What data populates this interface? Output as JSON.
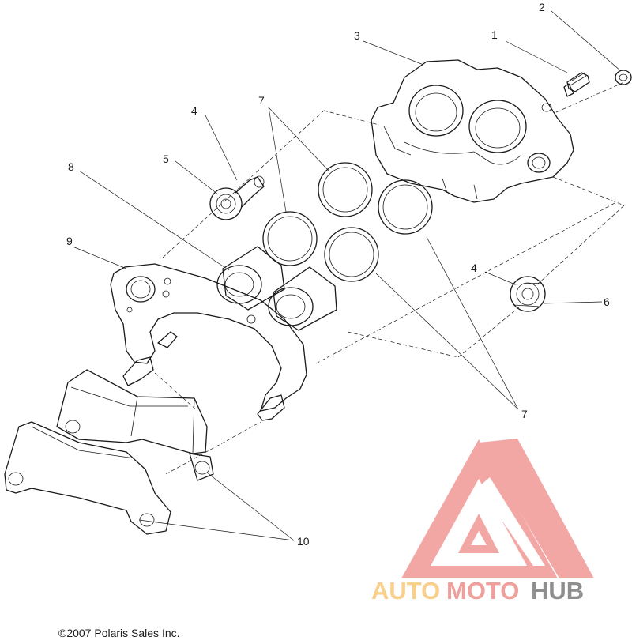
{
  "labels": {
    "l1": "1",
    "l2": "2",
    "l3": "3",
    "l4a": "4",
    "l4b": "4",
    "l5": "5",
    "l6": "6",
    "l7a": "7",
    "l7b": "7",
    "l8": "8",
    "l9": "9",
    "l10": "10"
  },
  "copyright": "©2007 Polaris Sales Inc.",
  "watermark": {
    "part1": "AUTO",
    "part2": "MOTO",
    "part3": "HUB",
    "colors": {
      "orange": "#f9cf8c",
      "red": "#f08a86",
      "gray": "#8e8e8e"
    }
  }
}
